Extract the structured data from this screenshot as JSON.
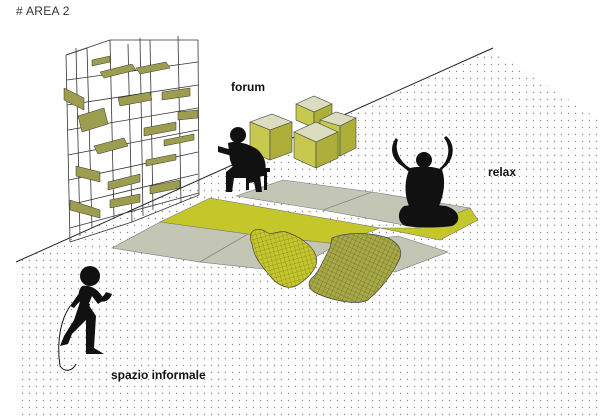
{
  "area_title": "# AREA 2",
  "labels": {
    "forum": "forum",
    "relax": "relax",
    "spazio_informale": "spazio informale"
  },
  "colors": {
    "mat_yellow": "#c4c62a",
    "mat_grey": "#c3c6b4",
    "olive": "#9c9d4f",
    "silhouette": "#111111",
    "dots": "#8a8a8a"
  }
}
